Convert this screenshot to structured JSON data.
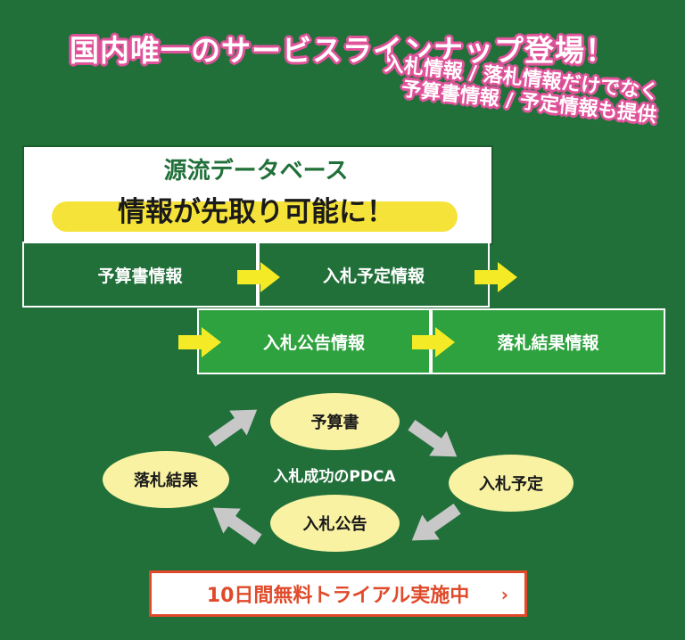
{
  "headline": "国内唯一のサービスラインナップ登場！",
  "subhead": {
    "line1": "入札情報 / 落札情報だけでなく",
    "line2": "予算書情報 / 予定情報も提供"
  },
  "database": {
    "title": "源流データベース",
    "slogan": "情報が先取り可能に！"
  },
  "flow": {
    "budget": "予算書情報",
    "planned": "入札予定情報",
    "notice": "入札公告情報",
    "result": "落札結果情報"
  },
  "cycle": {
    "center": "入札成功のPDCA",
    "top": "予算書",
    "right": "入札予定",
    "bottom": "入札公告",
    "left": "落札結果"
  },
  "cta": {
    "label": "10日間無料トライアル実施中",
    "chevron": "›"
  },
  "colors": {
    "background": "#21703a",
    "accent_pink": "#e0529a",
    "highlight_yellow": "#f6e33a",
    "arrow_yellow": "#f5ea26",
    "ellipse_yellow": "#f8f2a2",
    "cta_red": "#e04a2a"
  }
}
